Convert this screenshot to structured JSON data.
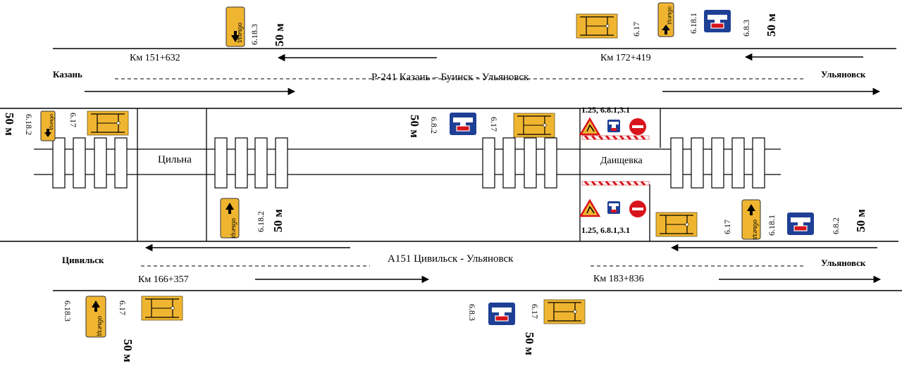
{
  "highways": {
    "north": {
      "title": "Р-241 Казань – Буинск - Ульяновск",
      "left_city": "Казань",
      "right_city": "Ульяновск",
      "km_left": "Км 151+632",
      "km_right": "Км 172+419"
    },
    "south": {
      "title": "А151 Цивильск -  Ульяновск",
      "left_city": "Цивильск",
      "right_city": "Ульяновск",
      "km_left": "Км 166+357",
      "km_right": "Км 183+836"
    }
  },
  "stations": {
    "left": "Цильна",
    "right": "Даищевка"
  },
  "labels": {
    "sign_617": "6.17",
    "sign_6181": "6.18.1",
    "sign_6182": "6.18.2",
    "sign_6183": "6.18.3",
    "sign_682": "6.8.2",
    "sign_683": "6.8.3",
    "crossing_group": "1.25, 6.8.1,3.1",
    "dist_50": "50 м",
    "detour": "объезд"
  },
  "colors": {
    "sign_yellow": "#f0b530",
    "sign_blue": "#1e3f94",
    "sign_red": "#d8141c",
    "road": "#000000"
  }
}
